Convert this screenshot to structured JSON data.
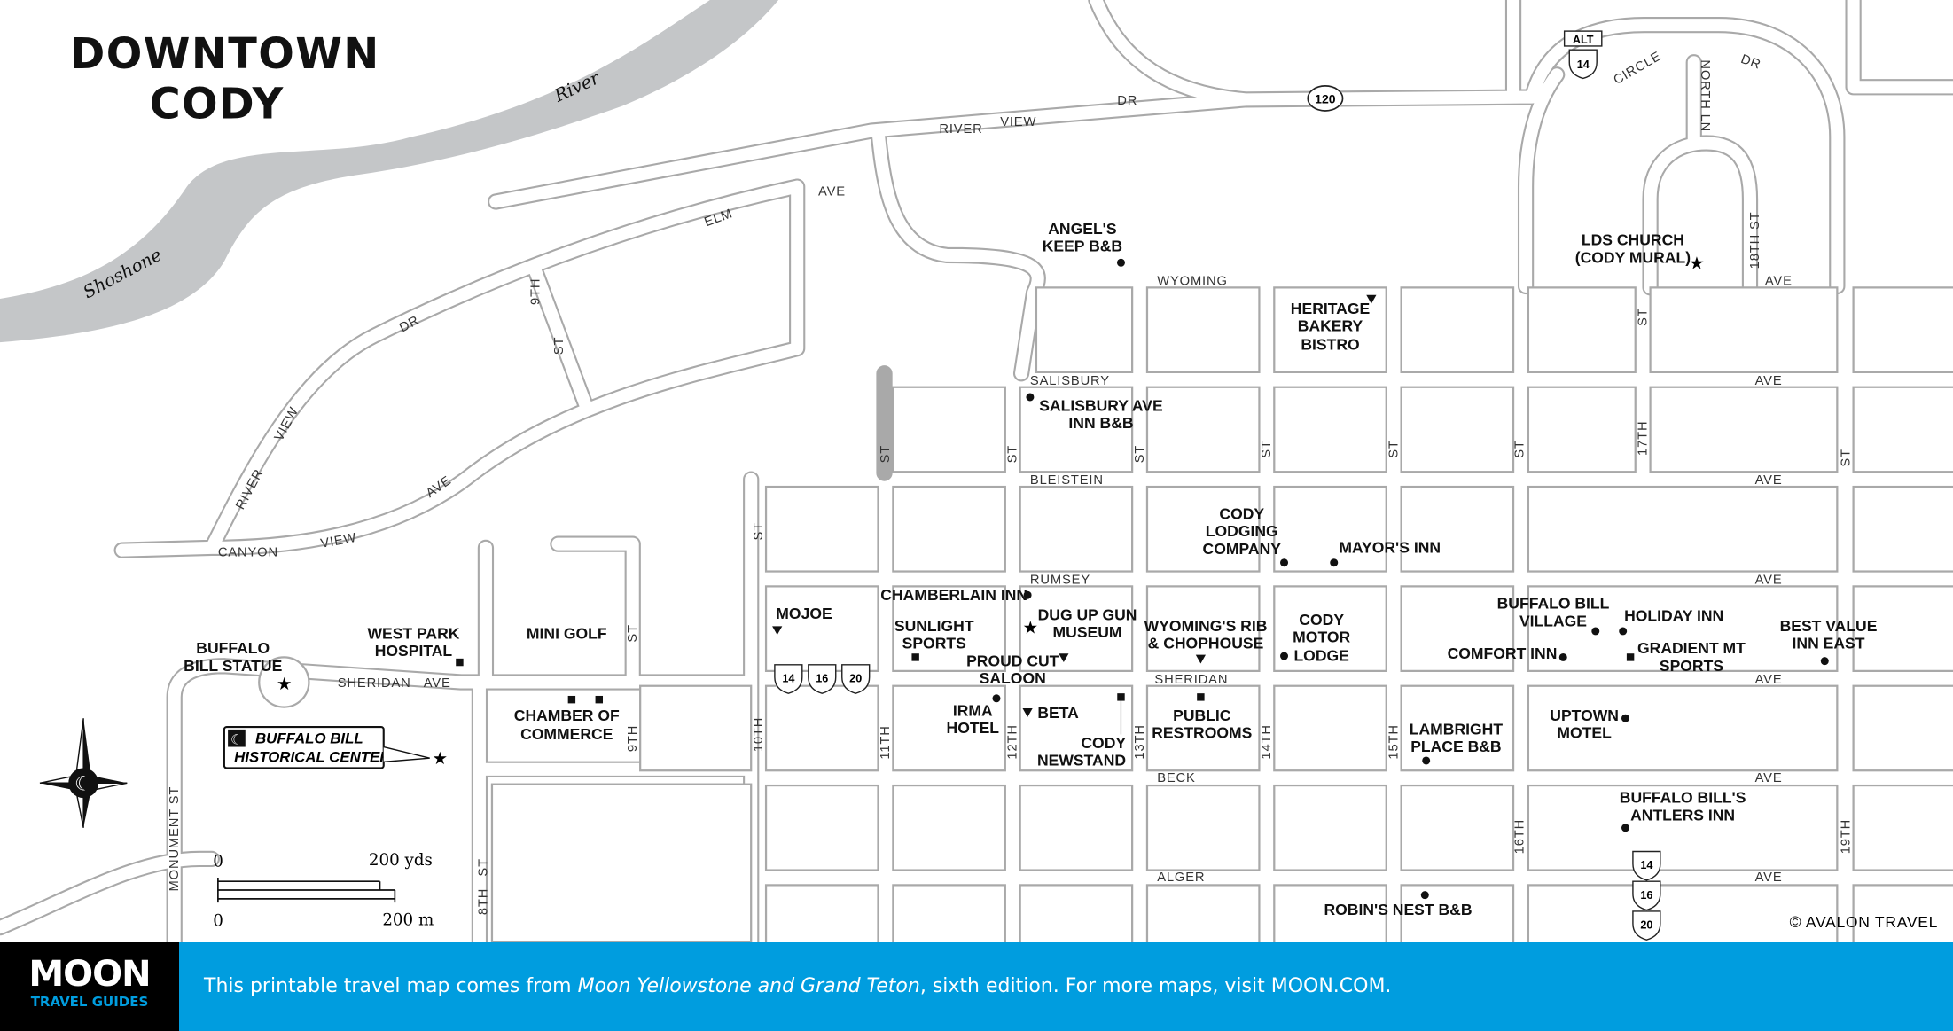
{
  "title": [
    "DOWNTOWN",
    "CODY"
  ],
  "river": {
    "name_1": "Shoshone",
    "name_2": "River"
  },
  "streets": {
    "river_view_dr": [
      "RIVER",
      "VIEW",
      "DR"
    ],
    "elm_ave": [
      "ELM",
      "AVE"
    ],
    "river_view_dr_sw": [
      "RIVER",
      "VIEW",
      "DR"
    ],
    "canyon_view_ave": [
      "CANYON",
      "VIEW",
      "AVE"
    ],
    "ninth_st_nw": [
      "9TH",
      "ST"
    ],
    "wyoming_ave": [
      "WYOMING",
      "AVE"
    ],
    "salisbury_ave": [
      "SALISBURY",
      "AVE"
    ],
    "bleistein_ave": [
      "BLEISTEIN",
      "AVE"
    ],
    "rumsey_ave": [
      "RUMSEY",
      "AVE"
    ],
    "sheridan_ave": [
      "SHERIDAN",
      "AVE",
      "SHERIDAN",
      "AVE"
    ],
    "beck_ave": [
      "BECK",
      "AVE"
    ],
    "alger_ave": [
      "ALGER",
      "AVE"
    ],
    "circle_dr": [
      "CIRCLE",
      "DR"
    ],
    "north_ln": "NORTH LN",
    "st": "ST",
    "numbered": [
      "8TH",
      "9TH",
      "10TH",
      "11TH",
      "12TH",
      "13TH",
      "14TH",
      "15TH",
      "16TH",
      "17TH",
      "18TH ST",
      "19TH"
    ],
    "monument_st": "MONUMENT ST",
    "highway_120": "120",
    "alt": "ALT",
    "us_routes": [
      "14",
      "16",
      "20"
    ]
  },
  "pois": {
    "angels_keep": [
      "ANGEL'S",
      "KEEP B&B"
    ],
    "lds_church": [
      "LDS CHURCH",
      "(CODY MURAL)"
    ],
    "heritage_bakery": [
      "HERITAGE",
      "BAKERY",
      "BISTRO"
    ],
    "salisbury_inn": [
      "SALISBURY AVE",
      "INN B&B"
    ],
    "cody_lodging": [
      "CODY",
      "LODGING",
      "COMPANY"
    ],
    "mayors_inn": "MAYOR'S INN",
    "chamberlain_inn": "CHAMBERLAIN INN",
    "mojoe": "MOJOE",
    "sunlight_sports": [
      "SUNLIGHT",
      "SPORTS"
    ],
    "dug_up_gun": [
      "DUG UP GUN",
      "MUSEUM"
    ],
    "proud_cut": [
      "PROUD CUT",
      "SALOON"
    ],
    "wyomings_rib": [
      "WYOMING'S RIB",
      "& CHOPHOUSE"
    ],
    "cody_motor_lodge": [
      "CODY",
      "MOTOR",
      "LODGE"
    ],
    "buffalo_bill_village": [
      "BUFFALO BILL",
      "VILLAGE"
    ],
    "holiday_inn": "HOLIDAY INN",
    "comfort_inn": "COMFORT INN",
    "gradient_mt": [
      "GRADIENT MT",
      "SPORTS"
    ],
    "best_value": [
      "BEST VALUE",
      "INN EAST"
    ],
    "west_park": [
      "WEST PARK",
      "HOSPITAL"
    ],
    "mini_golf": "MINI GOLF",
    "buffalo_bill_statue": [
      "BUFFALO",
      "BILL STATUE"
    ],
    "chamber": [
      "CHAMBER OF",
      "COMMERCE"
    ],
    "irma_hotel": [
      "IRMA",
      "HOTEL"
    ],
    "beta": "BETA",
    "cody_newstand": [
      "CODY",
      "NEWSTAND"
    ],
    "public_restrooms": [
      "PUBLIC",
      "RESTROOMS"
    ],
    "lambright": [
      "LAMBRIGHT",
      "PLACE B&B"
    ],
    "uptown_motel": [
      "UPTOWN",
      "MOTEL"
    ],
    "antlers_inn": [
      "BUFFALO BILL'S",
      "ANTLERS INN"
    ],
    "robins_nest": "ROBIN'S NEST B&B",
    "historical_center": [
      "BUFFALO BILL",
      "HISTORICAL CENTER"
    ]
  },
  "scale": {
    "top_left": "0",
    "top_right": "200 yds",
    "bottom_left": "0",
    "bottom_right": "200 m"
  },
  "copyright": "© AVALON TRAVEL",
  "footer": {
    "logo_top": "MOON",
    "logo_bottom": "TRAVEL GUIDES",
    "text_1": "This printable travel map comes from ",
    "book_title": "Moon Yellowstone and Grand Teton",
    "text_2": ", sixth edition. For more maps, visit MOON.COM."
  },
  "colors": {
    "river": "#c4c6c8",
    "footer": "#009ddf",
    "road_outline": "#a9a9a9"
  }
}
